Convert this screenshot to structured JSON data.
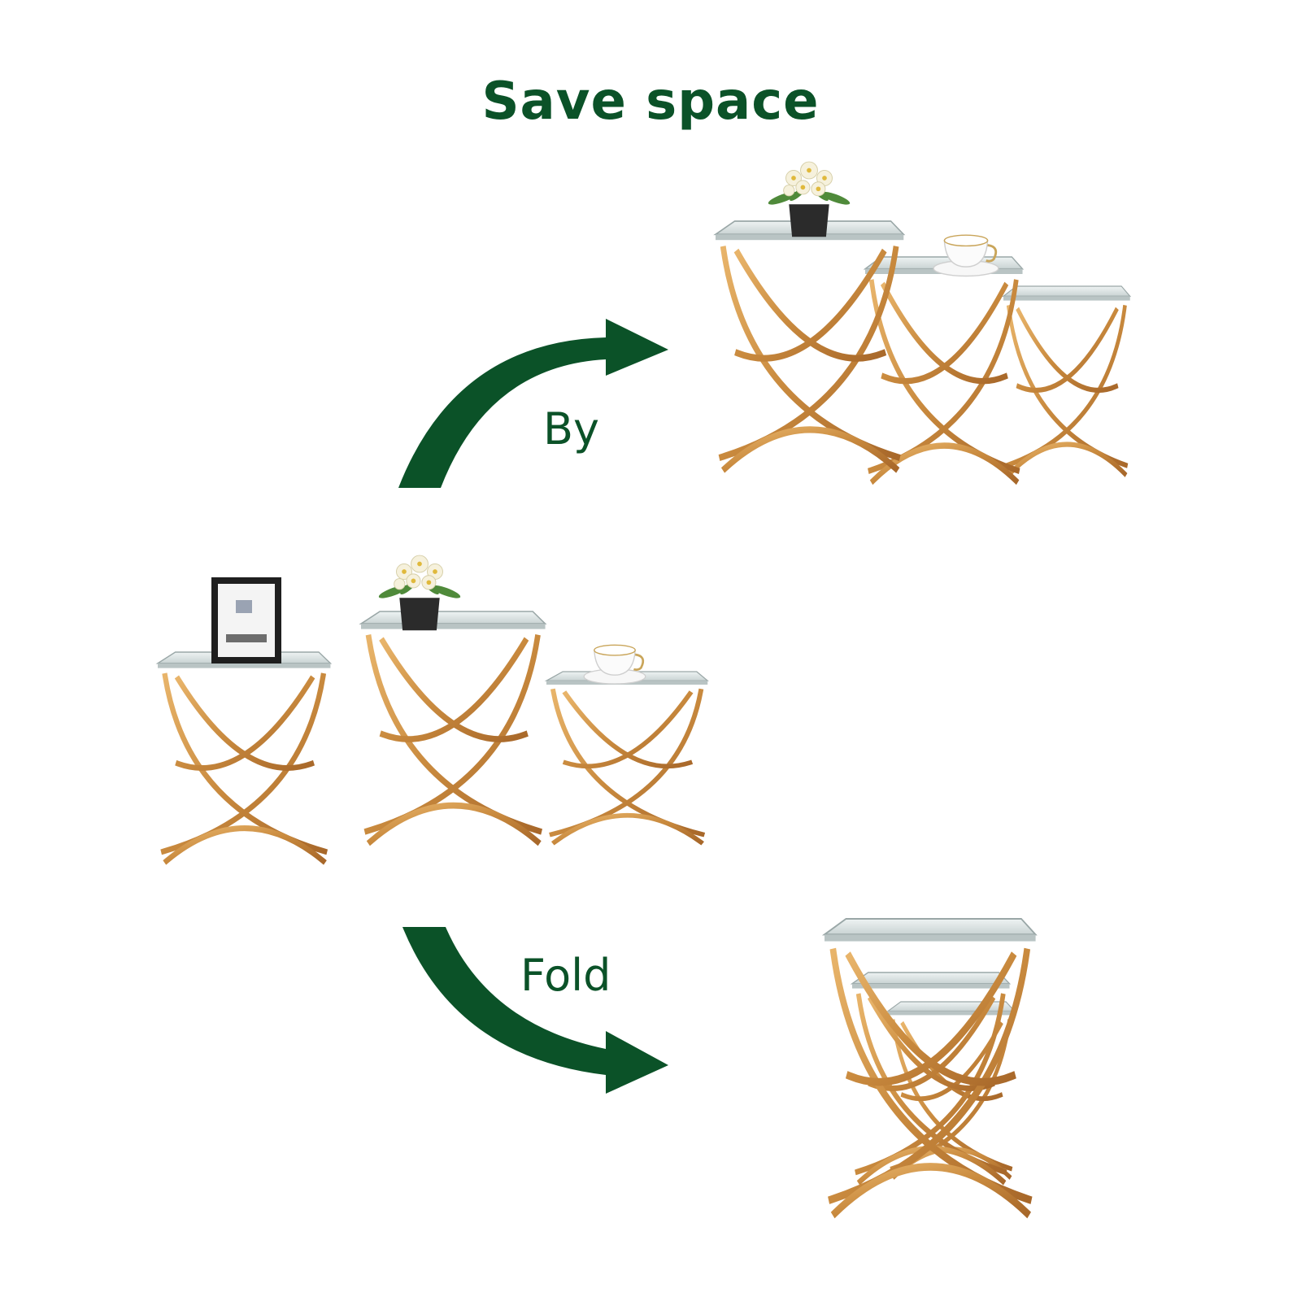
{
  "heading": "Save space",
  "labels": {
    "by": "By",
    "fold": "Fold"
  },
  "colors": {
    "accent": "#0b5228",
    "frame": "#c98a3e",
    "glass": "#dfe6e6"
  },
  "icons": [
    "arrow-curve-up-icon",
    "arrow-curve-down-icon"
  ]
}
